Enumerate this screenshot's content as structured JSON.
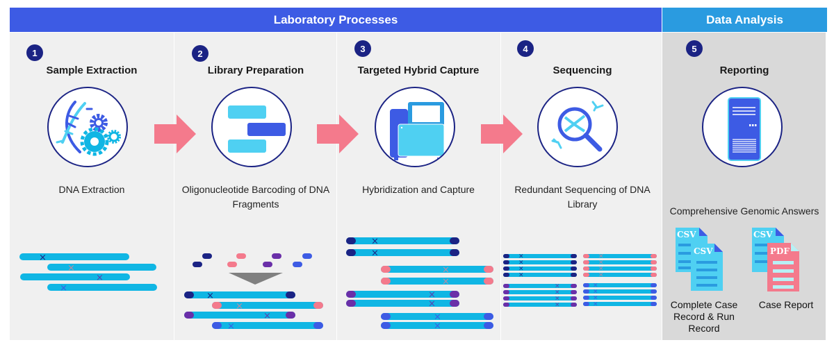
{
  "header": {
    "laboratory_label": "Laboratory Processes",
    "data_analysis_label": "Data Analysis"
  },
  "steps": [
    {
      "number": "1",
      "title": "Sample Extraction",
      "icon": "dna-gears-icon",
      "description": "DNA Extraction"
    },
    {
      "number": "2",
      "title": "Library Preparation",
      "icon": "barcode-fragments-icon",
      "description": "Oligonucleotide Barcoding of DNA Fragments"
    },
    {
      "number": "3",
      "title": "Targeted Hybrid Capture",
      "icon": "capture-instrument-icon",
      "description": "Hybridization and Capture"
    },
    {
      "number": "4",
      "title": "Sequencing",
      "icon": "dna-magnifier-icon",
      "description": "Redundant Sequencing of DNA Library"
    },
    {
      "number": "5",
      "title": "Reporting",
      "icon": "server-icon",
      "description": "Comprehensive Genomic Answers"
    }
  ],
  "outputs": [
    {
      "files": [
        "CSV",
        "CSV"
      ],
      "label": "Complete Case Record & Run Record"
    },
    {
      "files": [
        "CSV",
        "PDF"
      ],
      "label": "Case Report"
    }
  ],
  "colors": {
    "lab_header": "#3d5be4",
    "data_header": "#2a9be0",
    "badge": "#1b2384",
    "arrow": "#f47a8c",
    "strand": "#10b6e4",
    "barcode_navy": "#1b2384",
    "barcode_pink": "#f47a8c",
    "barcode_purple": "#6a2fa8",
    "barcode_blue": "#3d5be4"
  }
}
